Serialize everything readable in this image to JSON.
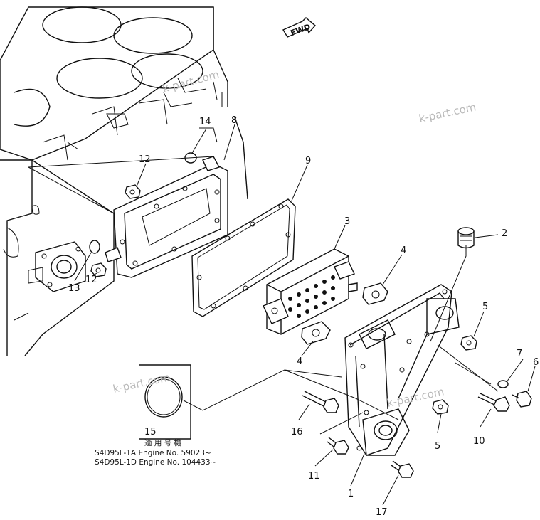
{
  "watermarks": [
    "k-part.com",
    "k-part.com",
    "k-part.com",
    "k-part.com"
  ],
  "direction_arrow": {
    "label": "FWD"
  },
  "callouts": [
    "1",
    "2",
    "3",
    "4",
    "4",
    "5",
    "5",
    "6",
    "7",
    "8",
    "9",
    "10",
    "11",
    "12",
    "12",
    "13",
    "14",
    "15",
    "16",
    "17"
  ],
  "applicability": {
    "heading": "適 用 号 機",
    "lines": [
      "S4D95L-1A  Engine No. 59023~",
      "S4D95L-1D  Engine No. 104433~"
    ]
  }
}
